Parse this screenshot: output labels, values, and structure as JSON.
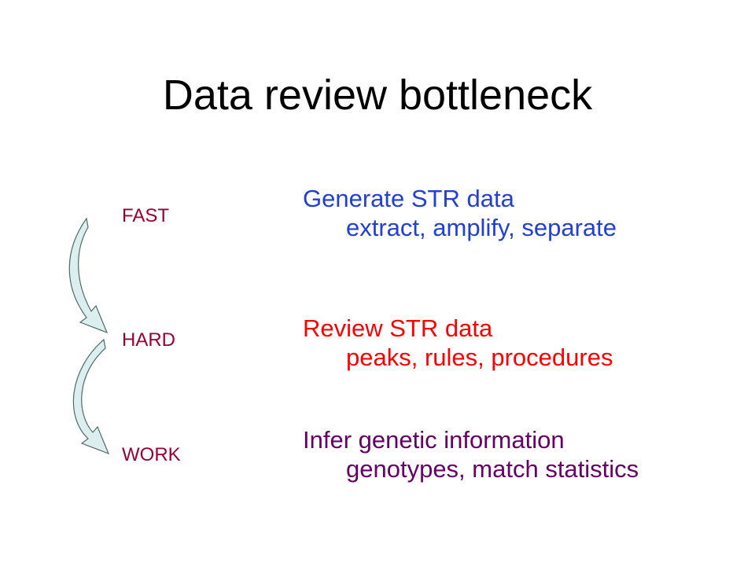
{
  "title": "Data review bottleneck",
  "colors": {
    "label": "#990033",
    "generate": "#1f3fd6",
    "review": "#ff0000",
    "infer": "#660066",
    "arrow_fill": "#dceeee",
    "arrow_stroke": "#4d6b6b"
  },
  "stages": {
    "fast": "FAST",
    "hard": "HARD",
    "work": "WORK"
  },
  "steps": {
    "generate": {
      "heading": "Generate STR data",
      "detail": "extract, amplify, separate"
    },
    "review": {
      "heading": "Review STR data",
      "detail": "peaks, rules, procedures"
    },
    "infer": {
      "heading": "Infer genetic information",
      "detail": "genotypes, match statistics"
    }
  },
  "icons": [
    "curved-arrow-icon",
    "curved-arrow-icon"
  ]
}
